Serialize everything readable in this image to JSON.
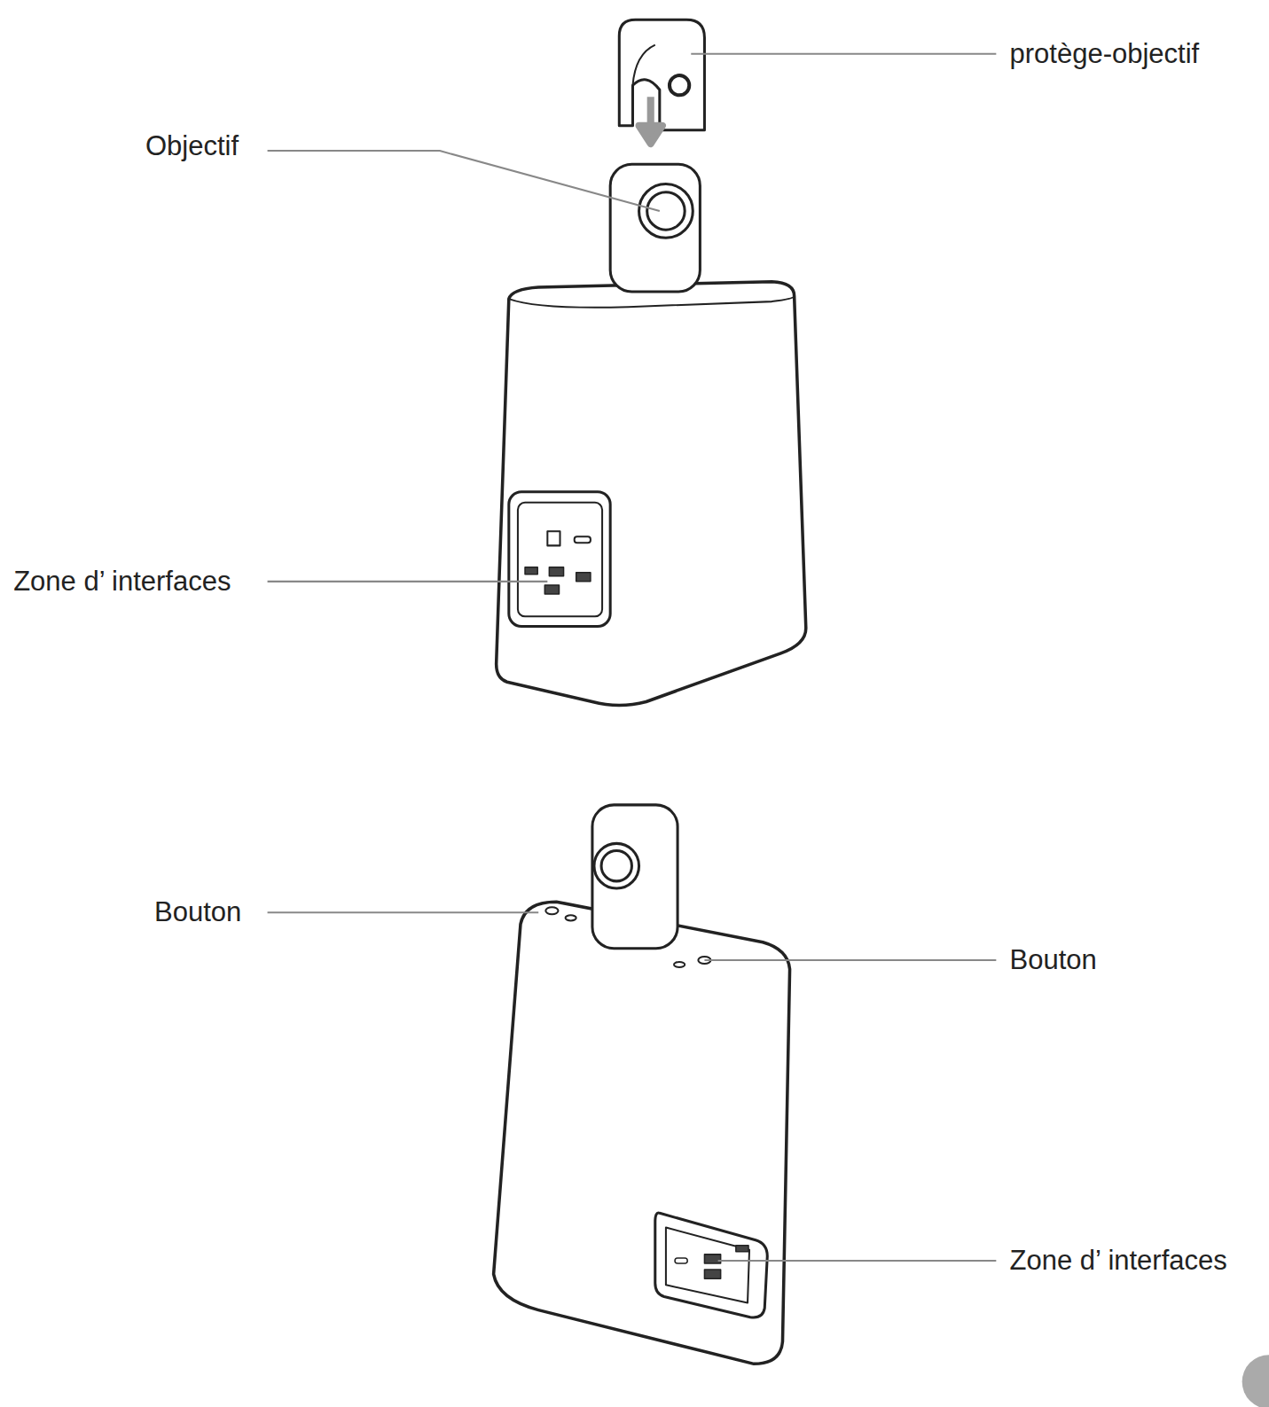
{
  "diagram": {
    "labels": [
      "protège-objectif",
      "Objectif",
      "Zone d’ interfaces",
      "Bouton",
      "Bouton",
      "Zone d’ interfaces"
    ]
  }
}
